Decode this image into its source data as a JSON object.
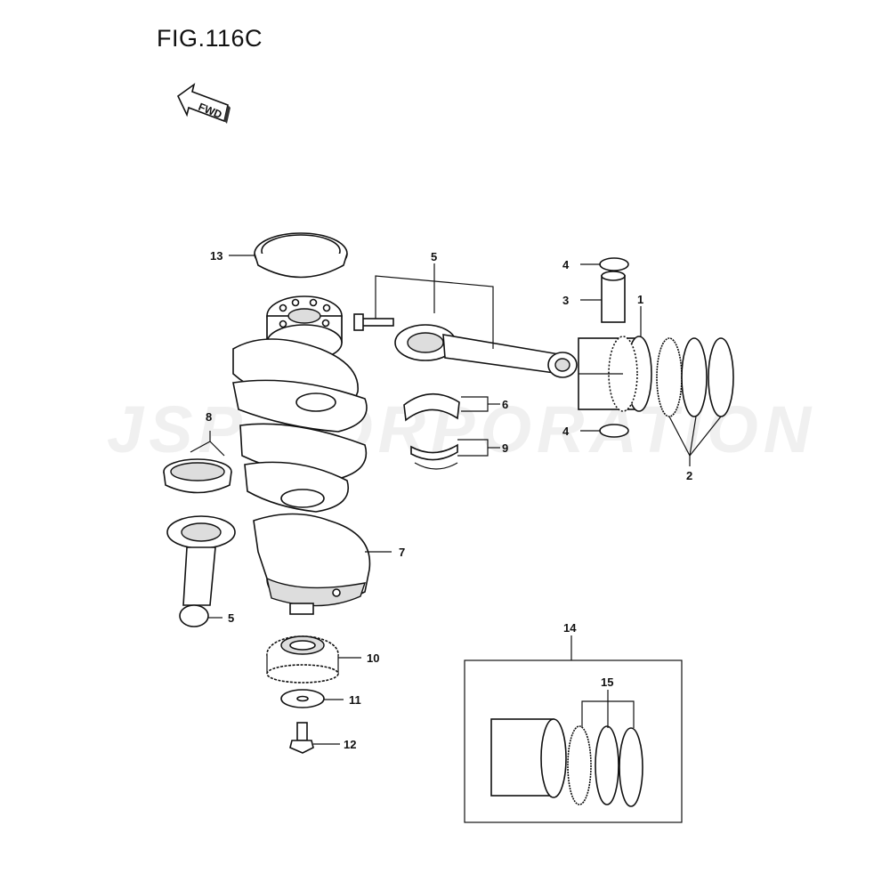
{
  "figure": {
    "title": "FIG.116C"
  },
  "direction_marker": {
    "label": "FWD",
    "icon": "fwd-arrow-icon"
  },
  "watermark": {
    "text": "JSP CORPORATION"
  },
  "callouts": {
    "c1": "1",
    "c2": "2",
    "c3": "3",
    "c4a": "4",
    "c4b": "4",
    "c5a": "5",
    "c5b": "5",
    "c6": "6",
    "c7": "7",
    "c8": "8",
    "c9": "9",
    "c10": "10",
    "c11": "11",
    "c12": "12",
    "c13": "13",
    "c14": "14",
    "c15": "15"
  }
}
